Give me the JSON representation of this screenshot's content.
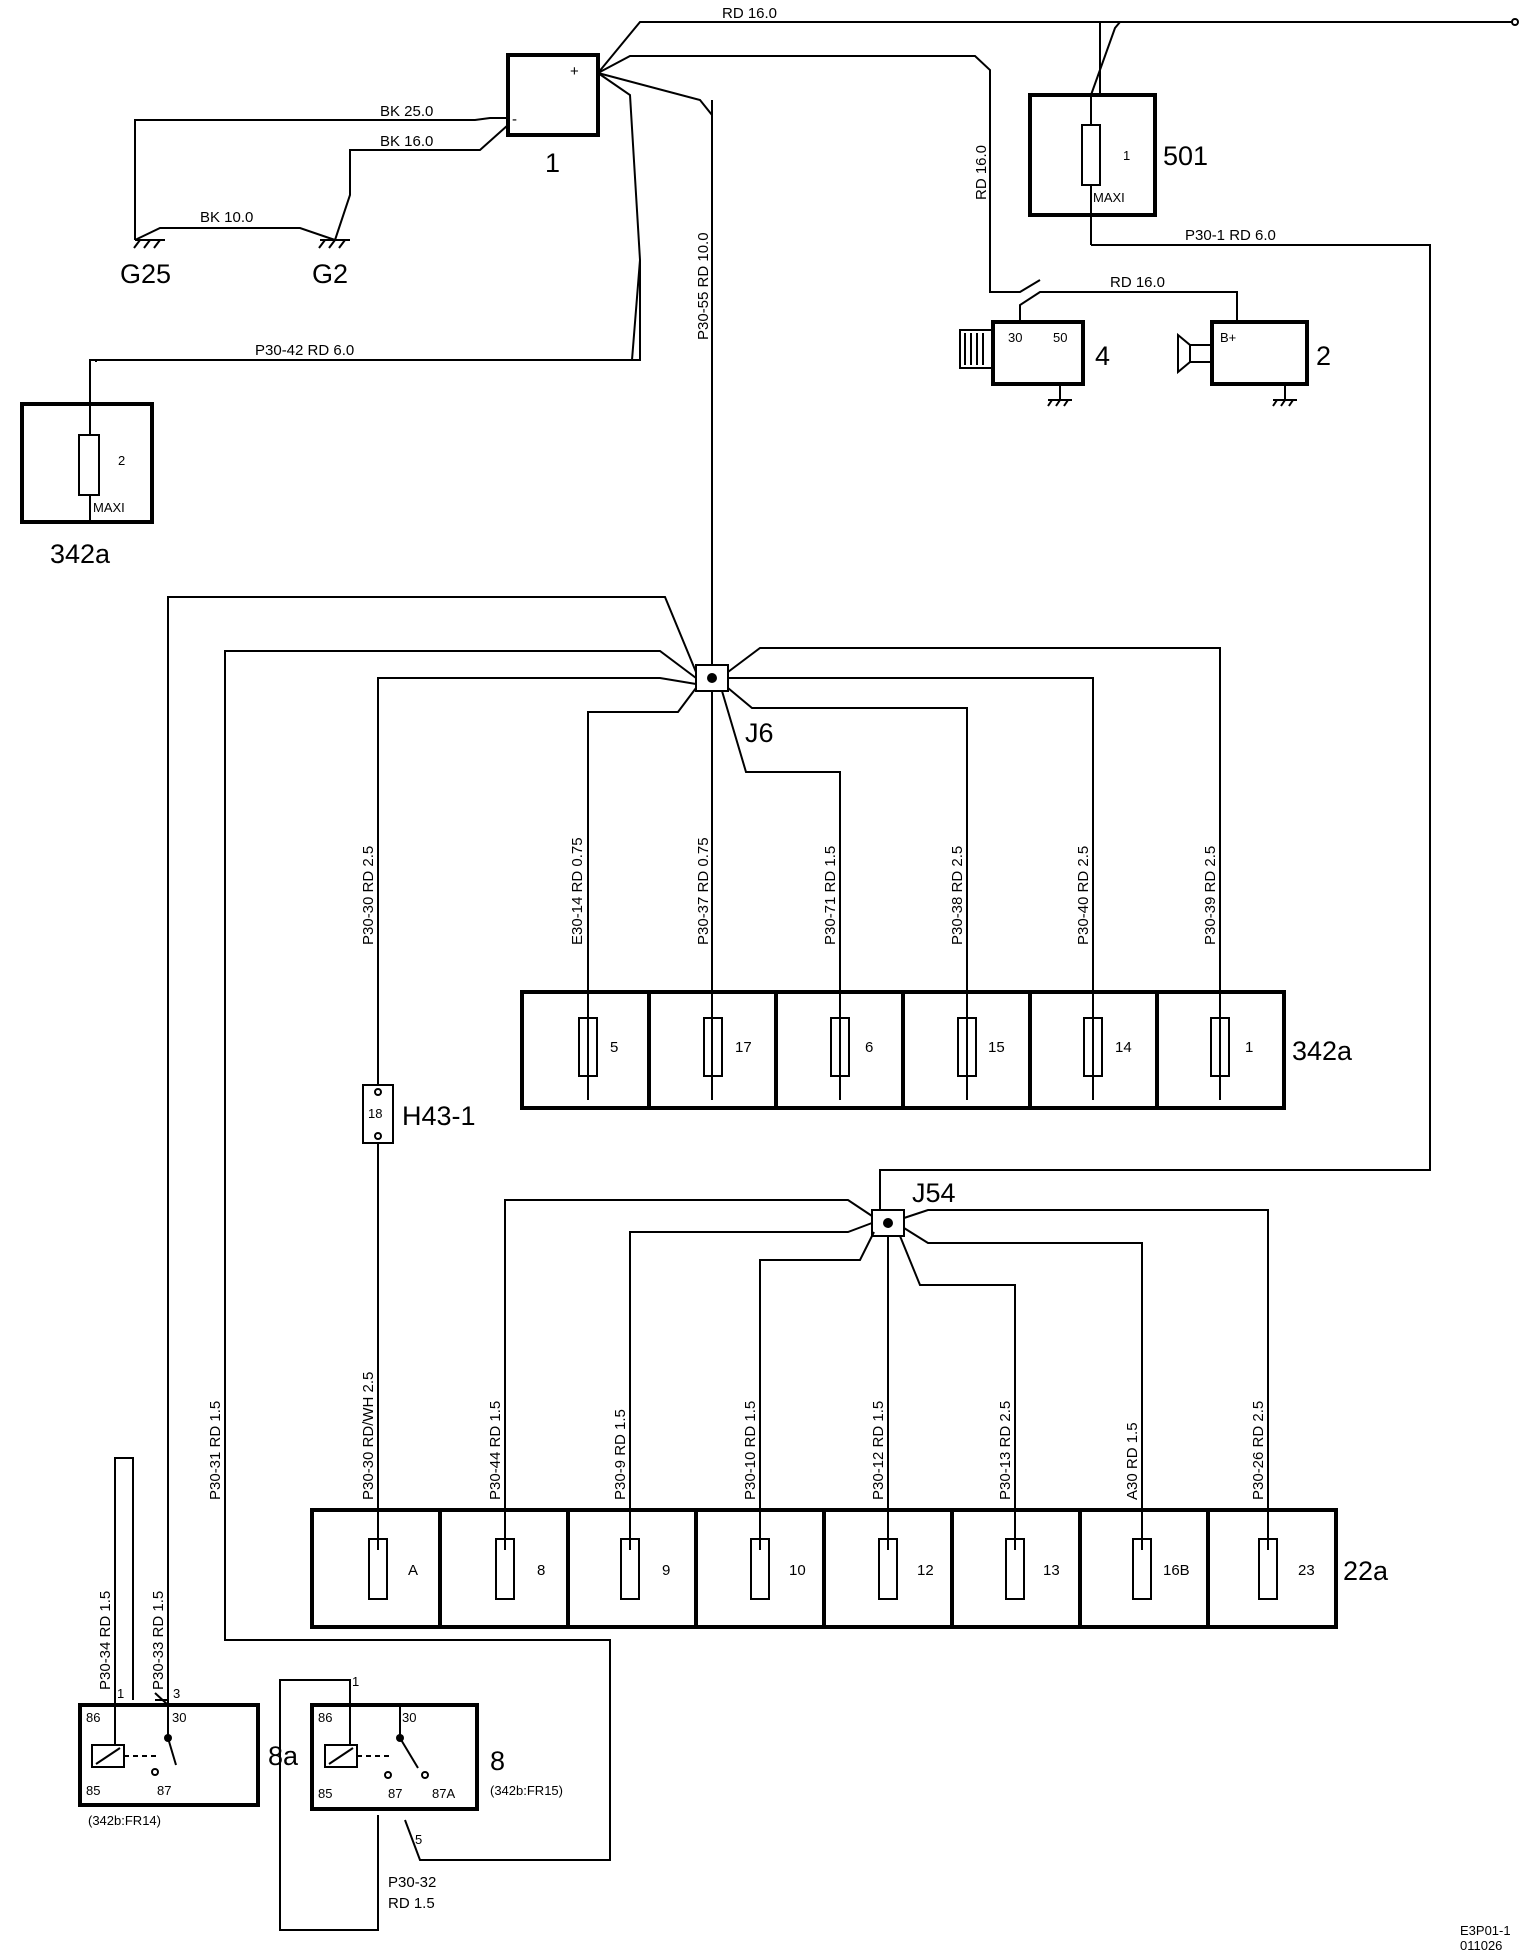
{
  "components": {
    "battery": {
      "id": "1",
      "plus": "+",
      "minus": "-"
    },
    "maxi_501": {
      "id": "501",
      "fuse": "1",
      "type": "MAXI"
    },
    "maxi_342a_top": {
      "id": "342a",
      "fuse": "2",
      "type": "MAXI"
    },
    "starter": {
      "id": "4",
      "t30": "30",
      "t50": "50"
    },
    "generator": {
      "id": "2",
      "bplus": "B+"
    },
    "ground_g25": "G25",
    "ground_g2": "G2",
    "junction_j6": "J6",
    "junction_j54": "J54",
    "connector_h43": {
      "id": "H43-1",
      "pin": "18"
    },
    "fusebox_342a": {
      "id": "342a",
      "fuses": [
        "5",
        "17",
        "6",
        "15",
        "14",
        "1"
      ]
    },
    "fusebox_22a": {
      "id": "22a",
      "fuses": [
        "A",
        "8",
        "9",
        "10",
        "12",
        "13",
        "16B",
        "23"
      ]
    },
    "relay_8a": {
      "id": "8a",
      "pins": [
        "86",
        "30",
        "85",
        "87"
      ],
      "ref": "(342b:FR14)",
      "conn1": "1",
      "conn3": "3"
    },
    "relay_8": {
      "id": "8",
      "pins": [
        "86",
        "30",
        "85",
        "87",
        "87A"
      ],
      "ref": "(342b:FR15)",
      "conn1": "1",
      "conn5": "5"
    }
  },
  "wires": {
    "top_rd16": "RD  16.0",
    "bk25": "BK  25.0",
    "bk16": "BK  16.0",
    "bk10": "BK  10.0",
    "rd16_vert": "RD  16.0",
    "p30_1": "P30-1   RD   6.0",
    "rd16_starter": "RD   16.0",
    "p30_42": "P30-42  RD   6.0",
    "p30_55": "P30-55  RD  10.0",
    "e30_14": "E30-14  RD  0.75",
    "p30_37": "P30-37  RD  0.75",
    "p30_71": "P30-71  RD  1.5",
    "p30_38": "P30-38  RD  2.5",
    "p30_40": "P30-40  RD  2.5",
    "p30_39": "P30-39  RD  2.5",
    "p30_30": "P30-30  RD  2.5",
    "p30_30wh": "P30-30  RD/WH  2.5",
    "p30_44": "P30-44  RD  1.5",
    "p30_9": "P30-9  RD  1.5",
    "p30_10": "P30-10  RD  1.5",
    "p30_12": "P30-12  RD  1.5",
    "p30_13": "P30-13  RD  2.5",
    "a30": "A30  RD  1.5",
    "p30_26": "P30-26  RD  2.5",
    "p30_31": "P30-31  RD  1.5",
    "p30_34": "P30-34  RD  1.5",
    "p30_33": "P30-33  RD  1.5",
    "p30_32a": "P30-32",
    "p30_32b": "RD  1.5"
  },
  "footer": {
    "code": "E3P01-1",
    "date": "011026"
  }
}
